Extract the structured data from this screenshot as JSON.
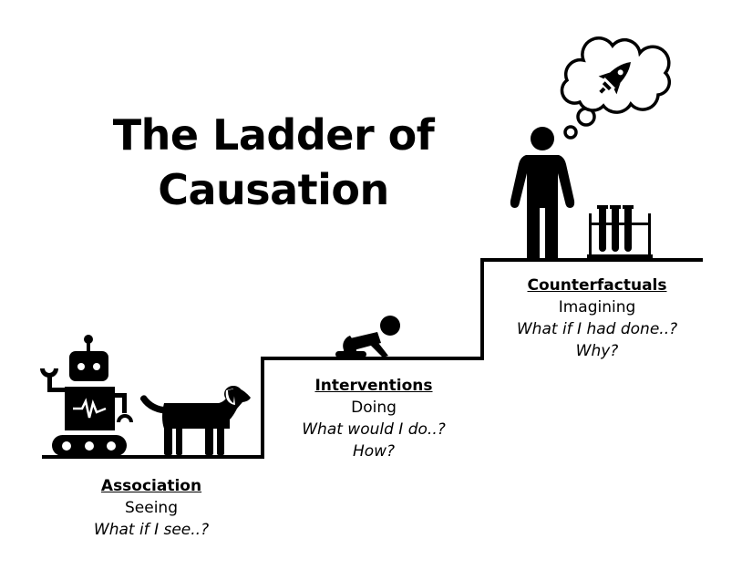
{
  "title": {
    "line1": "The Ladder of",
    "line2": "Causation"
  },
  "rungs": [
    {
      "heading": "Association",
      "verb": "Seeing",
      "questions": [
        "What if I see..?"
      ],
      "figures": [
        "robot-icon",
        "dog-icon"
      ]
    },
    {
      "heading": "Interventions",
      "verb": "Doing",
      "questions": [
        "What would I do..?",
        "How?"
      ],
      "figures": [
        "crawling-baby-icon"
      ]
    },
    {
      "heading": "Counterfactuals",
      "verb": "Imagining",
      "questions": [
        "What if I had done..?",
        "Why?"
      ],
      "figures": [
        "person-icon",
        "thought-bubble-icon",
        "rocket-icon",
        "test-tubes-icon"
      ]
    }
  ],
  "colors": {
    "ink": "#000000",
    "background": "#ffffff"
  }
}
